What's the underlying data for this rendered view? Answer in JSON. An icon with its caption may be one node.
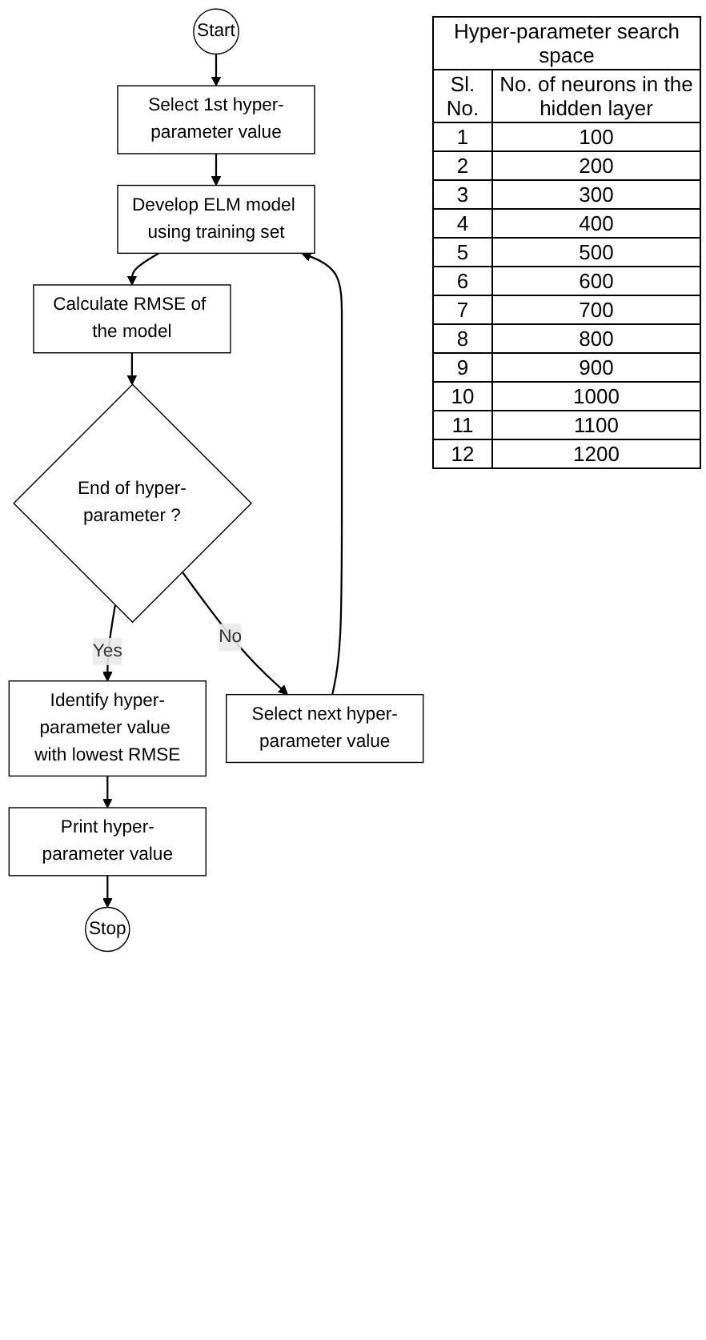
{
  "diagram": {
    "nodes": [
      {
        "text": [
          "Start"
        ]
      },
      {
        "text": [
          "Select 1st hyper-parameter value"
        ]
      },
      {
        "text": [
          "Develop ELM model using training set"
        ]
      },
      {
        "text": [
          "Calculate RMSE of the model"
        ]
      },
      {
        "text": [
          "End of hyper-parameter ?"
        ]
      },
      {
        "text": [
          "Identify hyper-parameter value with lowest RMSE"
        ]
      },
      {
        "text": [
          "Print hyper-parameter value"
        ]
      },
      {
        "text": [
          "Stop"
        ]
      },
      {
        "text": [
          "Select next hyper-parameter value"
        ]
      }
    ],
    "edges": [
      {
        "from": 0,
        "to": 1,
        "arrow": "to"
      },
      {
        "from": 1,
        "to": 2,
        "arrow": "to"
      },
      {
        "from": 2,
        "to": 3,
        "arrow": "to"
      },
      {
        "from": 3,
        "to": 4,
        "arrow": "to"
      },
      {
        "from": 4,
        "to": 5,
        "arrow": "to",
        "label": "Yes"
      },
      {
        "from": 4,
        "to": 8,
        "arrow": "to",
        "label": "No"
      },
      {
        "from": 8,
        "to": 2,
        "arrow": "to"
      },
      {
        "from": 5,
        "to": 6,
        "arrow": "to"
      },
      {
        "from": 6,
        "to": 7,
        "arrow": "to"
      }
    ],
    "labels": [
      "Hyper-parameter search space",
      "Sl. No.",
      "No. of neurons in the hidden layer",
      "1",
      "100",
      "2",
      "200",
      "3",
      "300",
      "4",
      "400",
      "5",
      "500",
      "6",
      "600",
      "7",
      "700",
      "8",
      "800",
      "9",
      "900",
      "10",
      "1000",
      "11",
      "1100",
      "12",
      "1200"
    ]
  }
}
